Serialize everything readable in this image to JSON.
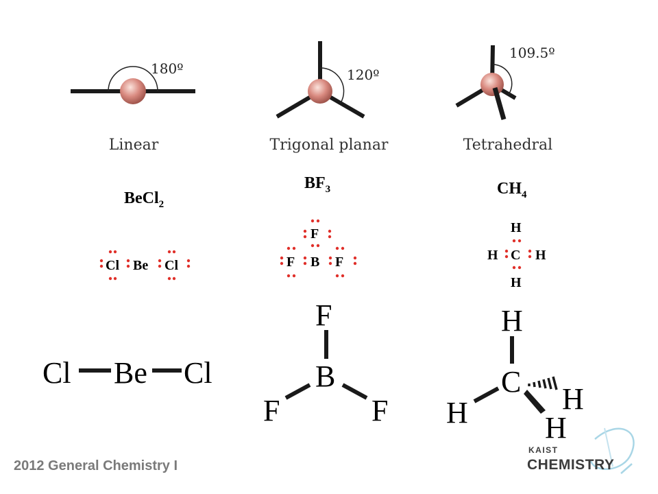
{
  "geometries": [
    {
      "name": "Linear",
      "angle": "180º"
    },
    {
      "name": "Trigonal planar",
      "angle": "120º"
    },
    {
      "name": "Tetrahedral",
      "angle": "109.5º"
    }
  ],
  "formulas": {
    "becl2": {
      "base": "BeCl",
      "sub": "2"
    },
    "bf3": {
      "base": "BF",
      "sub": "3"
    },
    "ch4": {
      "base": "CH",
      "sub": "4"
    }
  },
  "atoms": {
    "cl": "Cl",
    "be": "Be",
    "b": "B",
    "f": "F",
    "c": "C",
    "h": "H"
  },
  "footer": "2012 General Chemistry I",
  "logo": {
    "top": "KAIST",
    "bottom": "CHEMISTRY"
  },
  "colors": {
    "atom": "#d98a80",
    "dots": "#e0302a",
    "bond": "#1a1a1a"
  }
}
